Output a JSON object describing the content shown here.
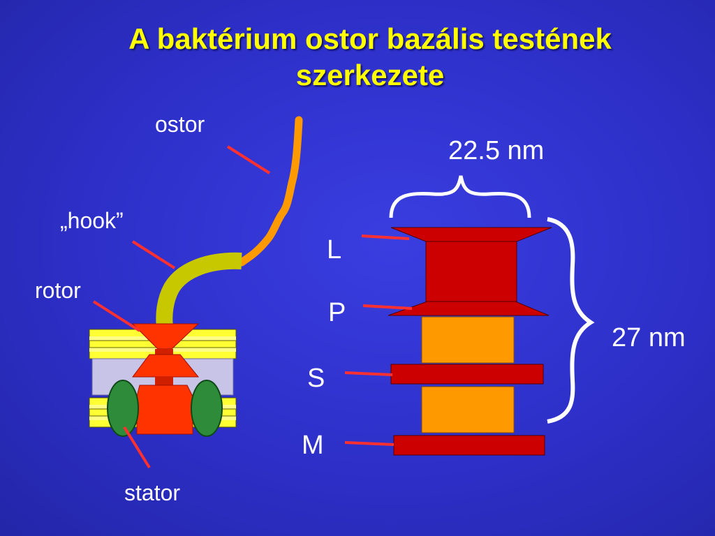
{
  "slide": {
    "title_line1": "A baktérium ostor bazális testének",
    "title_line2": "szerkezete"
  },
  "left_diagram": {
    "labels": {
      "ostor": "ostor",
      "hook": "„hook”",
      "rotor": "rotor",
      "stator": "stator"
    }
  },
  "right_diagram": {
    "width_label": "22.5 nm",
    "height_label": "27 nm",
    "rings": {
      "L": "L",
      "P": "P",
      "S": "S",
      "M": "M"
    }
  },
  "colors": {
    "background": "#2d2fc8",
    "title": "#ffff00",
    "rod_red": "#cc0000",
    "rod_orange": "#ff9900",
    "motor_red": "#ff3300",
    "stator_green": "#2e8b3a",
    "hook_olive": "#c8c800",
    "pointer": "#ff3030"
  }
}
